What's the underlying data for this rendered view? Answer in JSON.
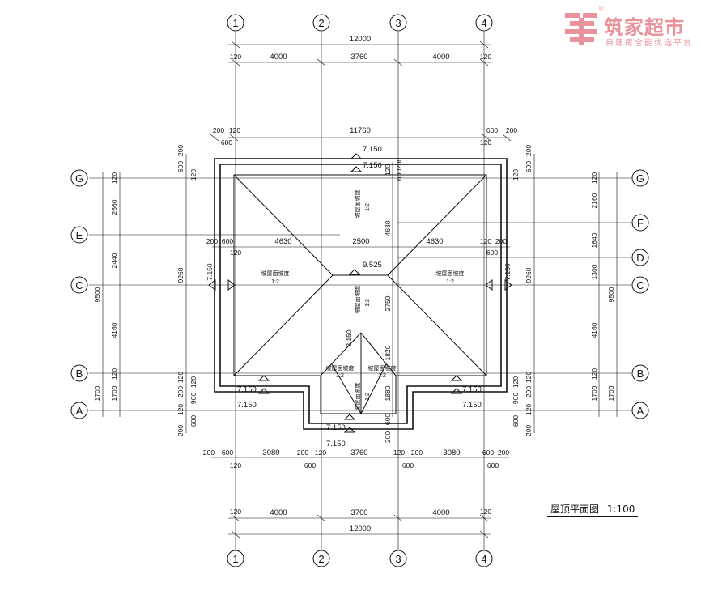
{
  "watermark": {
    "brand_name": "筑家超市",
    "slogan": "自建房全能优选平台",
    "registered_mark": "®",
    "color": "#e8939b",
    "mark_icon": "stacked-blocks-logo-icon"
  },
  "drawing_title": {
    "name": "屋顶平面图",
    "scale": "1:100"
  },
  "axes": {
    "numbered": [
      "1",
      "2",
      "3",
      "4"
    ],
    "lettered_left": [
      "G",
      "E",
      "C",
      "B",
      "A"
    ],
    "lettered_right": [
      "G",
      "F",
      "D",
      "C",
      "B",
      "A"
    ]
  },
  "dims_top": {
    "overall": "12000",
    "bays": [
      "4000",
      "3760",
      "4000"
    ],
    "edge_left": "120",
    "edge_right": "120",
    "eave_overall": "11760",
    "eave_left_outer": "200",
    "eave_left_inner": "120",
    "eave_left_below": "600",
    "eave_right_outer": "600",
    "eave_right_far": "200",
    "eave_right_below": "120"
  },
  "dims_bottom": {
    "overall": "12000",
    "bays": [
      "4000",
      "3760",
      "4000"
    ],
    "edge_left": "120",
    "edge_right": "120",
    "eave_segments_upper": [
      "200",
      "600",
      "3080",
      "200",
      "120",
      "3760",
      "120",
      "200",
      "3080",
      "600",
      "200"
    ],
    "eave_segments_lower": [
      "120",
      "600",
      "600",
      "600"
    ]
  },
  "dims_left": {
    "overall": "9500",
    "segments": [
      "2660",
      "2440",
      "4160",
      "1700"
    ],
    "edge_top": "120",
    "edge_mid": "120",
    "inner_overall": "9260",
    "inner_bottom": "1700",
    "eave_top": [
      "200",
      "600",
      "120"
    ],
    "eave_bottom": [
      "120",
      "200",
      "120",
      "900",
      "120",
      "600",
      "200"
    ]
  },
  "dims_right": {
    "overall": "9500",
    "segments": [
      "2160",
      "1640",
      "1300",
      "4160",
      "1700"
    ],
    "edge_top": "120",
    "edge_mid": "120",
    "inner_overall": "9260",
    "inner_bottom": "1700",
    "eave_top": [
      "200",
      "600",
      "120"
    ],
    "eave_bottom": [
      "120",
      "200",
      "120",
      "900",
      "120",
      "600",
      "200"
    ]
  },
  "dims_interior": {
    "ridge_left": "4630",
    "ridge_center": "2500",
    "ridge_right": "4630",
    "left_offsets": [
      "200",
      "600",
      "120"
    ],
    "right_offsets": [
      "120",
      "200",
      "600"
    ],
    "vert_top": "4630",
    "vert_mid": "2750",
    "vert_lower": "1820",
    "vert_bottom": "1880",
    "vert_bottom_a": "600",
    "vert_bottom_b": "200",
    "vert_top_a": "120",
    "vert_top_b": "200",
    "vert_top_c": "600"
  },
  "elevations": {
    "top_outer": "7.150",
    "top_inner": "7.150",
    "left": "7.150",
    "right": "7.150",
    "ridge": "9.525",
    "porch_peak": "8.150",
    "bl_a": "7.150",
    "bl_b": "7.150",
    "br_a": "7.150",
    "br_b": "7.150",
    "porch_a": "7.150",
    "porch_b": "7.150"
  },
  "slopes": {
    "label": "坡屋面坡度",
    "ratio": "1:2",
    "short_label": "坡屋面坡度"
  }
}
